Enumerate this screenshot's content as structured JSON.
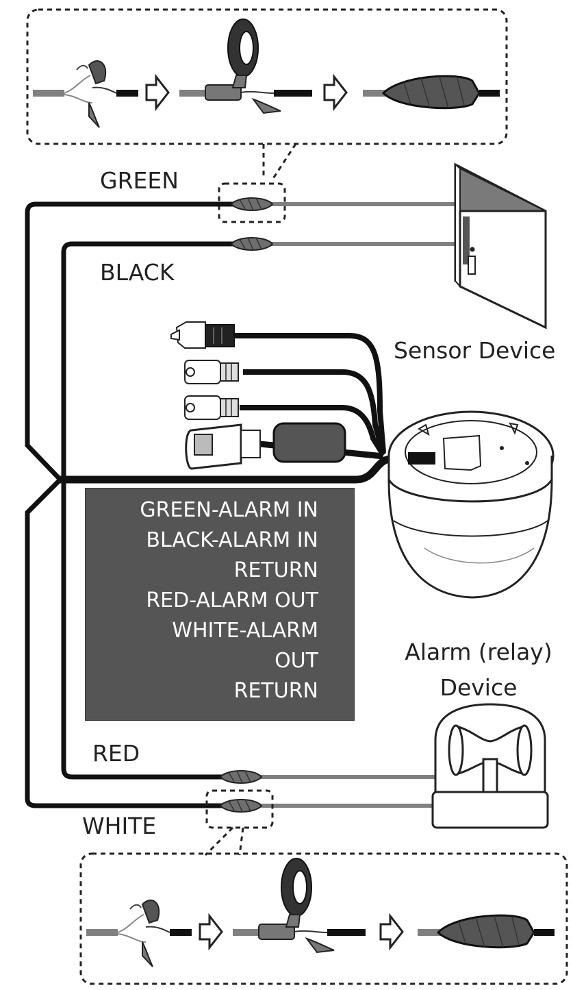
{
  "wire_labels": {
    "green": "GREEN",
    "black": "BLACK",
    "red": "RED",
    "white": "WHITE"
  },
  "devices": {
    "sensor": "Sensor Device",
    "alarm_line1": "Alarm (relay)",
    "alarm_line2": "Device"
  },
  "legend": [
    "GREEN-ALARM IN",
    "BLACK-ALARM IN",
    "RETURN",
    "RED-ALARM OUT",
    "WHITE-ALARM",
    "OUT",
    "RETURN"
  ],
  "colors": {
    "cable": "#111111",
    "wire_gray": "#808080",
    "legend_bg": "#555555",
    "tape": "#666666"
  }
}
